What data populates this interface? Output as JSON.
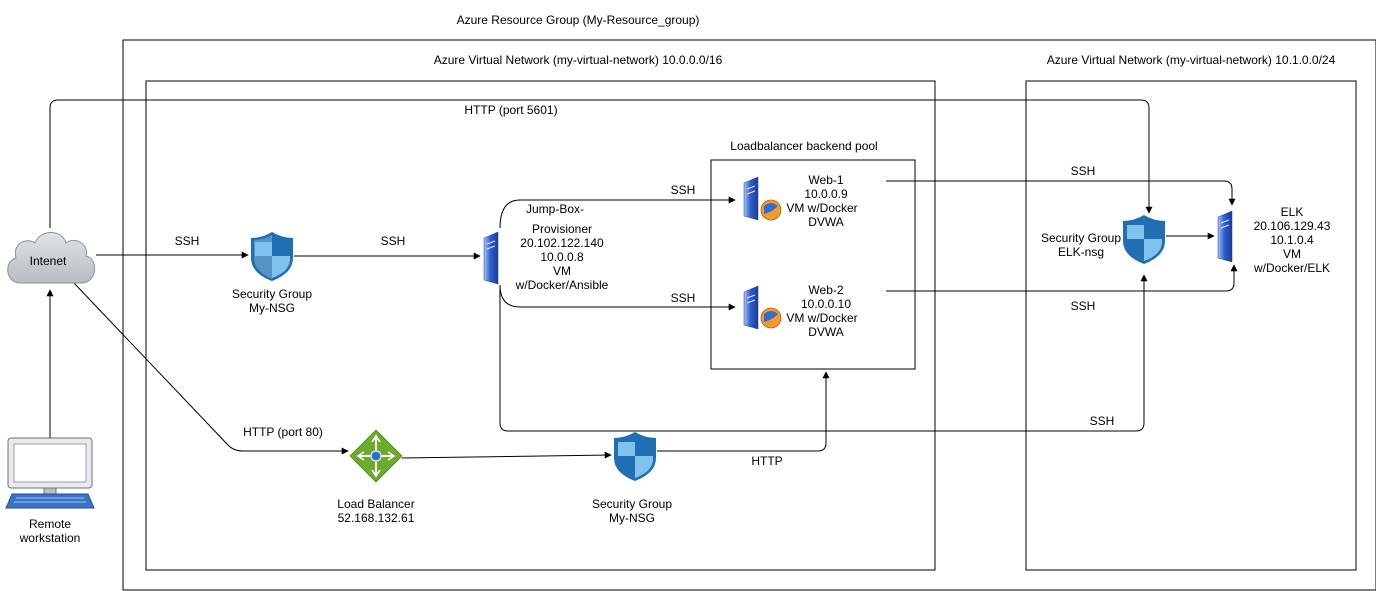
{
  "resource_group": {
    "title": "Azure Resource Group (My-Resource_group)"
  },
  "vnet_main": {
    "title": "Azure Virtual Network (my-virtual-network) 10.0.0.0/16"
  },
  "vnet_elk": {
    "title": "Azure Virtual Network (my-virtual-network) 10.1.0.0/24"
  },
  "backend_pool": {
    "title": "Loadbalancer backend pool"
  },
  "internet": {
    "label": "Intenet"
  },
  "workstation": {
    "lines": [
      "Remote",
      "workstation"
    ]
  },
  "nsg_main": {
    "lines": [
      "Security Group",
      "My-NSG"
    ]
  },
  "nsg_lb": {
    "lines": [
      "Security Group",
      "My-NSG"
    ]
  },
  "nsg_elk": {
    "lines": [
      "Security Group",
      "ELK-nsg"
    ]
  },
  "jumpbox": {
    "lines": [
      "Jump-Box-",
      "Provisioner",
      "20.102.122.140",
      "10.0.0.8",
      "VM",
      "w/Docker/Ansible"
    ]
  },
  "web1": {
    "lines": [
      "Web-1",
      "10.0.0.9",
      "VM w/Docker",
      "DVWA"
    ]
  },
  "web2": {
    "lines": [
      "Web-2",
      "10.0.0.10",
      "VM w/Docker",
      "DVWA"
    ]
  },
  "elk": {
    "lines": [
      "ELK",
      "20.106.129.43",
      "10.1.0.4",
      "VM",
      "w/Docker/ELK"
    ]
  },
  "load_balancer": {
    "lines": [
      "Load Balancer",
      "52.168.132.61"
    ]
  },
  "edge_labels": {
    "http_5601": "HTTP (port 5601)",
    "ssh_internet_nsg": "SSH",
    "ssh_nsg_jump": "SSH",
    "ssh_jump_web1": "SSH",
    "ssh_jump_web2": "SSH",
    "ssh_web1_elk": "SSH",
    "ssh_web2_elk": "SSH",
    "ssh_jump_elknsg": "SSH",
    "http_port80": "HTTP (port 80)",
    "http_lb": "HTTP"
  },
  "colors": {
    "shield_dark": "#1f6fb2",
    "shield_light": "#7fc3ec",
    "server_blue": "#2c55c8",
    "lb_green": "#6cab2e",
    "cloud_fill": "#c9ced3",
    "monitor_blue": "#3a73c6"
  }
}
